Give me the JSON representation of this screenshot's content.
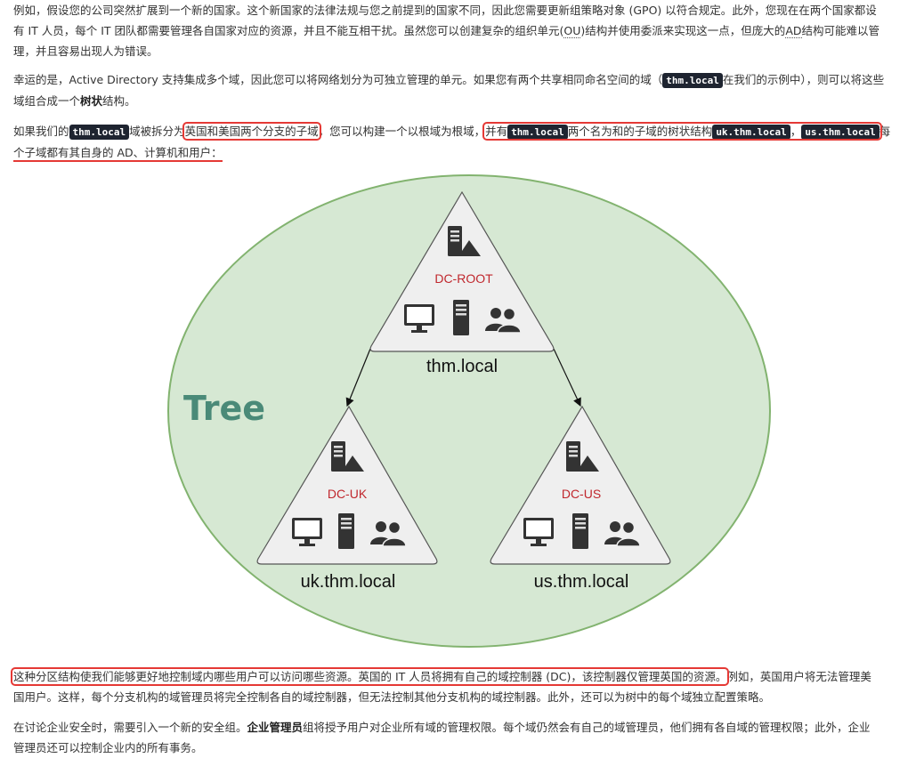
{
  "p1": {
    "line1": "例如，假设您的公司突然扩展到一个新的国家。这个新国家的法律法规与您之前提到的国家不同，因此您需要更新组策略对象 (GPO) 以符合规定。此外，您现在在两个国家都设",
    "line2_a": "有 IT 人员，每个 IT 团队都需要管理各自国家对应的资源，并且不能互相干扰。虽然您可以创建复杂的组织单元(",
    "line2_ou": "OU",
    "line2_b": ")结构并使用委派来实现这一点，但庞大的",
    "line2_ad": "AD",
    "line2_c": "结构可能难以管",
    "line3": "理，并且容易出现人为错误。"
  },
  "p2": {
    "line1_a": "幸运的是，Active Directory 支持集成多个域，因此您可以将网络划分为可独立管理的单元。如果您有两个共享相同命名空间的域（",
    "line1_code": "thm.local",
    "line1_b": "在我们的示例中），则可以将这些",
    "line2_a": "域组合成一个",
    "line2_bold": "树状",
    "line2_b": "结构。"
  },
  "p3": {
    "line1_a": "如果我们的",
    "line1_code1": "thm.local",
    "line1_b": "域被拆分为",
    "line1_hl1": "英国和美国两个分支的子域",
    "line1_c": "，您可以构建一个以根域为根域，",
    "line1_hl2_a": "并有",
    "line1_code2": "thm.local",
    "line1_hl2_b": "两个名为和的子域的树状结构",
    "line1_code3": "uk.thm.local",
    "line1_d": "，",
    "line1_code4": "us.thm.local",
    "line1_e": "每",
    "line2": "个子域都有其自身的 AD、计算机和用户："
  },
  "diagram": {
    "tree_label": "Tree",
    "root": {
      "dc": "DC-ROOT",
      "domain": "thm.local"
    },
    "uk": {
      "dc": "DC-UK",
      "domain": "uk.thm.local"
    },
    "us": {
      "dc": "DC-US",
      "domain": "us.thm.local"
    },
    "colors": {
      "ellipse_fill": "#d6e8d3",
      "ellipse_stroke": "#82b36f",
      "triangle_fill": "#efefef",
      "tree_text": "#4a8a78",
      "dc_text": "#c0272d"
    }
  },
  "p4": {
    "line1_hl": "这种分区结构使我们能够更好地控制域内哪些用户可以访问哪些资源。英国的 IT 人员将拥有自己的域控制器 (DC)，该控制器仅管理英国的资源。",
    "line1_b": "例如，英国用户将无法管理美",
    "line2": "国用户。这样，每个分支机构的域管理员将完全控制各自的域控制器，但无法控制其他分支机构的域控制器。此外，还可以为树中的每个域独立配置策略。"
  },
  "p5": {
    "line1_a": "在讨论企业安全时，需要引入一个新的安全组。",
    "line1_bold": "企业管理员",
    "line1_b": "组将授予用户对企业所有域的管理权限。每个域仍然会有自己的域管理员，他们拥有各自域的管理权限；此外，企业",
    "line2": "管理员还可以控制企业内的所有事务。"
  }
}
